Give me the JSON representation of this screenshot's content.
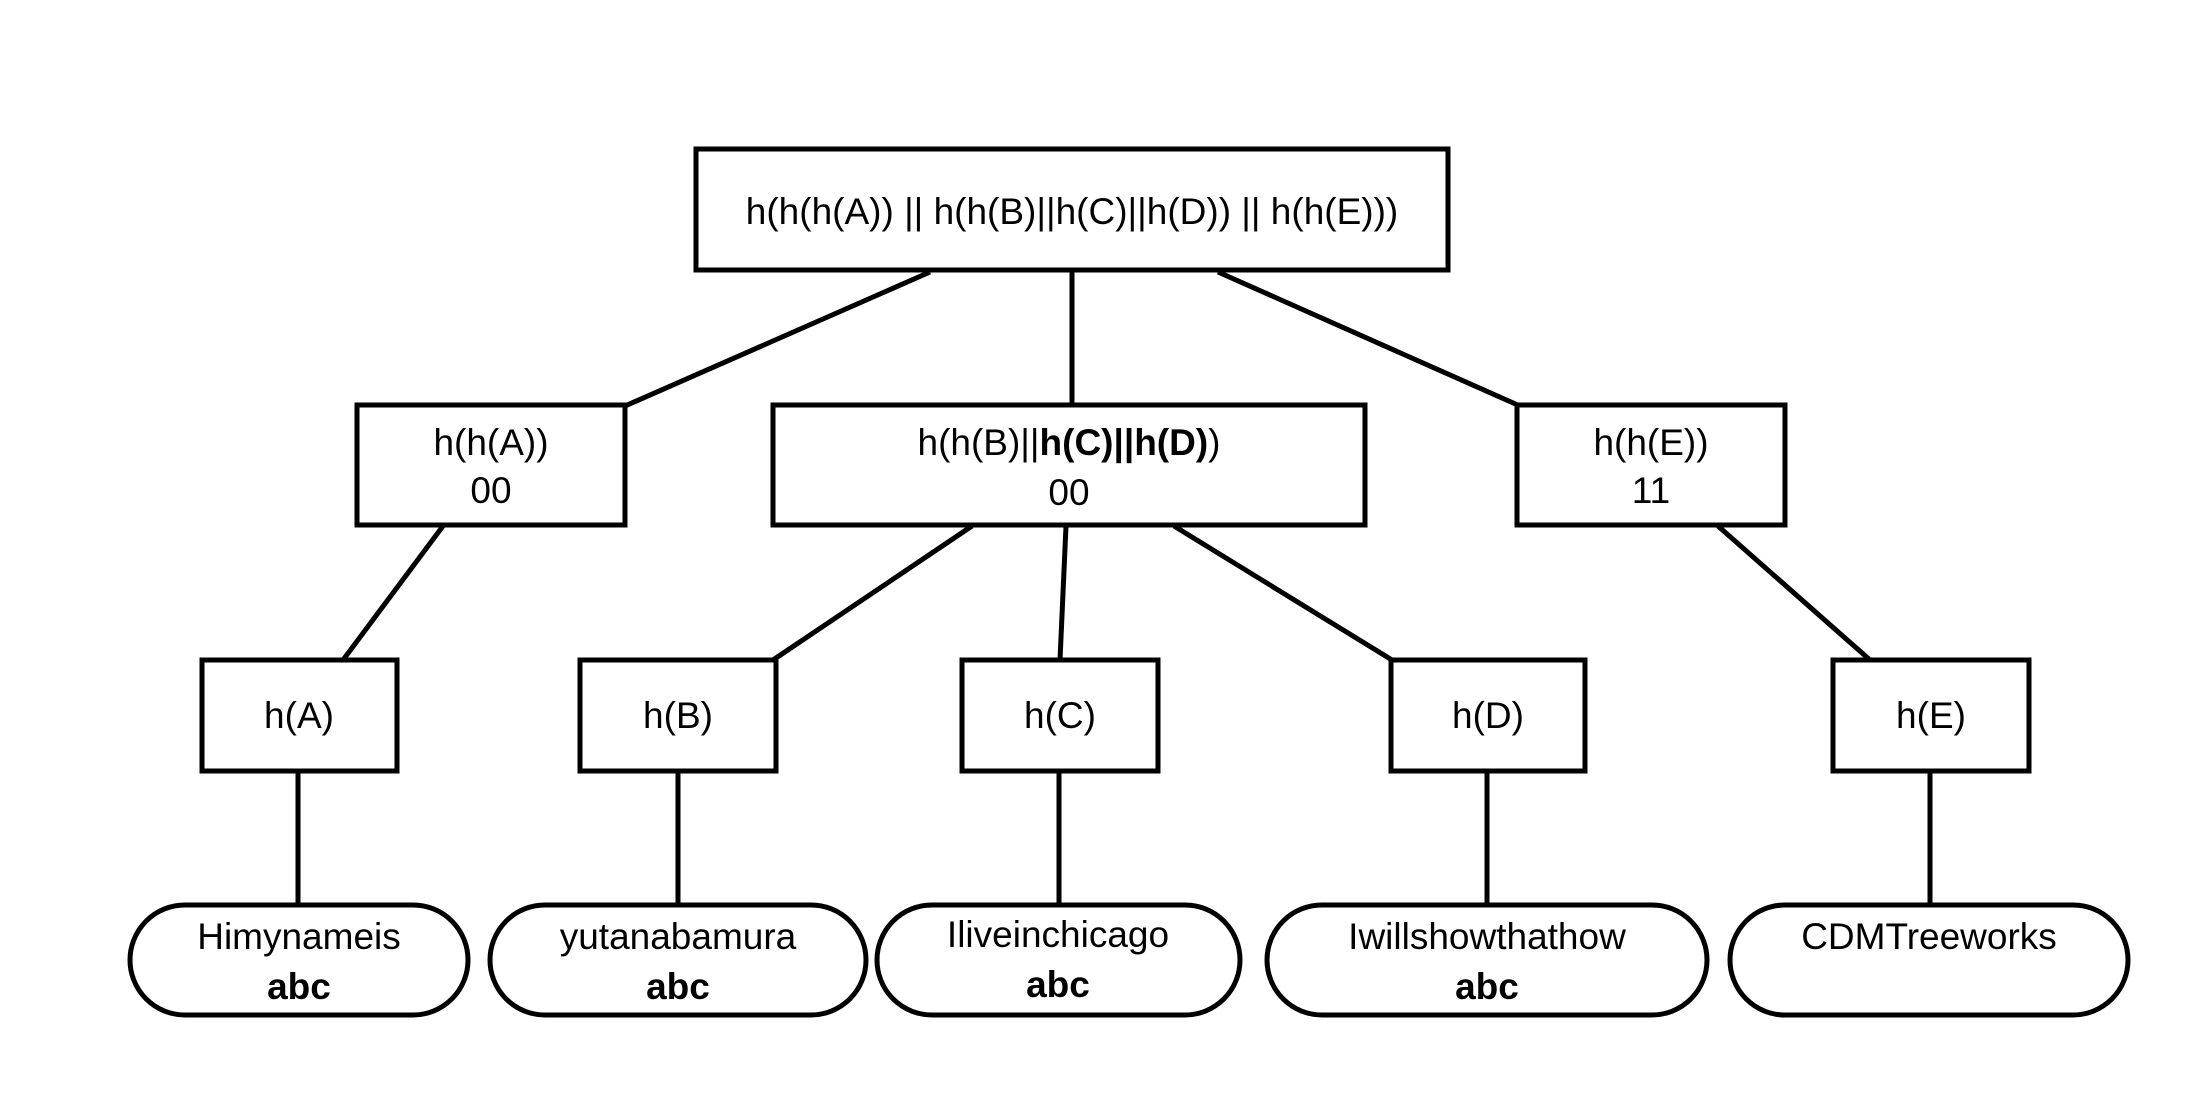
{
  "root": {
    "label": "h(h(h(A)) || h(h(B)||h(C)||h(D)) || h(h(E)))"
  },
  "middle": [
    {
      "id": "mid-a",
      "line1": [
        {
          "text": "h(h(A))",
          "bold": false
        }
      ],
      "line2": "00"
    },
    {
      "id": "mid-bcd",
      "line1": [
        {
          "text": "h(h(B)||",
          "bold": false
        },
        {
          "text": "h(C)||h(D)",
          "bold": true
        },
        {
          "text": ")",
          "bold": false
        }
      ],
      "line2": "00"
    },
    {
      "id": "mid-e",
      "line1": [
        {
          "text": "h(h(E))",
          "bold": false
        }
      ],
      "line2": "11"
    }
  ],
  "hashes": [
    {
      "id": "a",
      "label": "h(A)"
    },
    {
      "id": "b",
      "label": "h(B)"
    },
    {
      "id": "c",
      "label": "h(C)"
    },
    {
      "id": "d",
      "label": "h(D)"
    },
    {
      "id": "e",
      "label": "h(E)"
    }
  ],
  "leaves": [
    {
      "id": "a",
      "text": "Himynameis",
      "tag": "abc"
    },
    {
      "id": "b",
      "text": "yutanabamura",
      "tag": "abc"
    },
    {
      "id": "c",
      "text": "Iliveinchicago",
      "tag": "abc"
    },
    {
      "id": "d",
      "text": "Iwillshowthathow",
      "tag": "abc"
    },
    {
      "id": "e",
      "text": "CDMTreeworks",
      "tag": ""
    }
  ]
}
